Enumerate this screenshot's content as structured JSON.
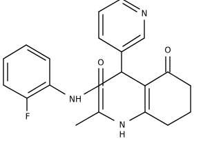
{
  "labels": {
    "fluorine": "F",
    "amide_nitrogen": "NH",
    "amide_oxygen": "O",
    "ketone_oxygen": "O",
    "pyridine_nitrogen": "N",
    "ring_nitrogen": "N",
    "ring_hydrogen": "H"
  },
  "colors": {
    "bond": "#000000",
    "text": "#000000",
    "background": "#ffffff"
  }
}
